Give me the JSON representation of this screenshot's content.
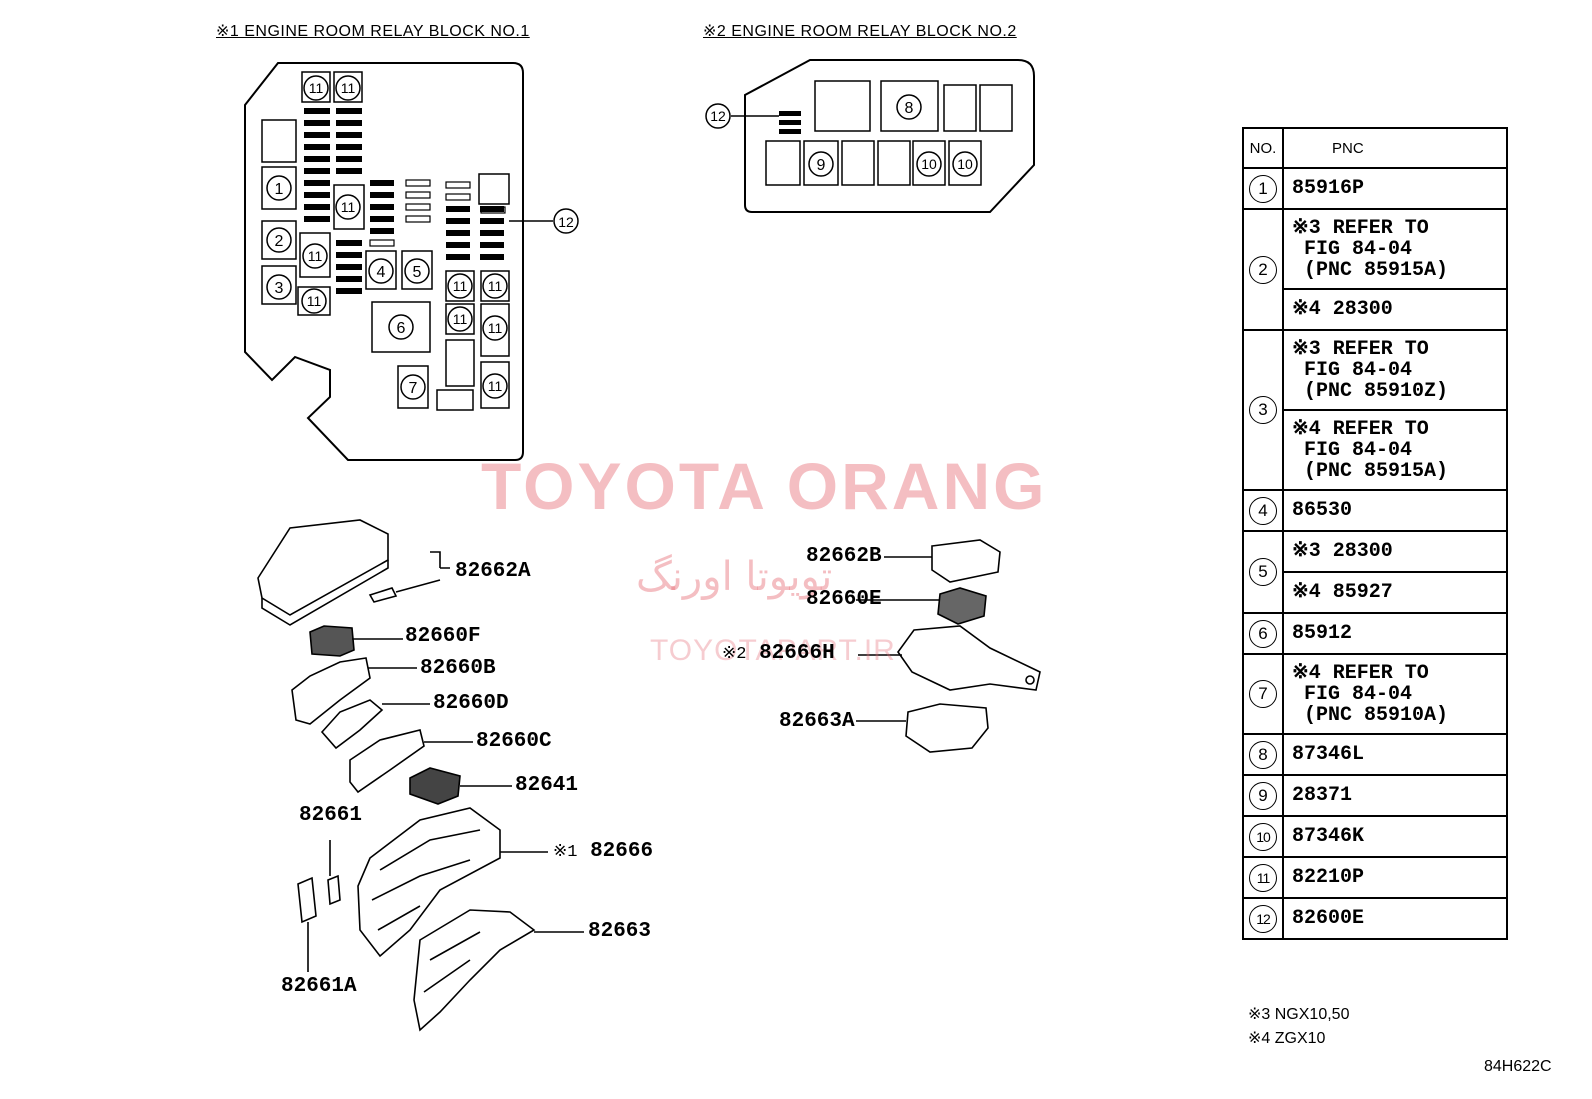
{
  "titles": {
    "block1": "※1 ENGINE ROOM RELAY BLOCK NO.1",
    "block2": "※2 ENGINE ROOM RELAY BLOCK NO.2"
  },
  "block1_labels": {
    "p1": "1",
    "p2": "2",
    "p3": "3",
    "p4": "4",
    "p5": "5",
    "p6": "6",
    "p7": "7",
    "p11": "11",
    "p12": "12"
  },
  "block2_labels": {
    "p8": "8",
    "p9": "9",
    "p10": "10",
    "p12": "12"
  },
  "callouts": {
    "c82662A": "82662A",
    "c82660F": "82660F",
    "c82660B": "82660B",
    "c82660D": "82660D",
    "c82660C": "82660C",
    "c82641": "82641",
    "c82661": "82661",
    "c82666": "82666",
    "c82666_mark": "※1",
    "c82663": "82663",
    "c82661A": "82661A",
    "c82662B": "82662B",
    "c82660E": "82660E",
    "c82666H": "82666H",
    "c82666H_mark": "※2",
    "c82663A": "82663A"
  },
  "table": {
    "header_no": "NO.",
    "header_pnc": "PNC",
    "rows": [
      {
        "no": "1",
        "cells": [
          "85916P"
        ]
      },
      {
        "no": "2",
        "cells": [
          "※3 REFER TO\n FIG 84-04\n (PNC 85915A)",
          "※4 28300"
        ]
      },
      {
        "no": "3",
        "cells": [
          "※3 REFER TO\n FIG 84-04\n (PNC 85910Z)",
          "※4 REFER TO\n FIG 84-04\n (PNC 85915A)"
        ]
      },
      {
        "no": "4",
        "cells": [
          "86530"
        ]
      },
      {
        "no": "5",
        "cells": [
          "※3 28300",
          "※4 85927"
        ]
      },
      {
        "no": "6",
        "cells": [
          "85912"
        ]
      },
      {
        "no": "7",
        "cells": [
          "※4 REFER TO\n FIG 84-04\n (PNC 85910A)"
        ]
      },
      {
        "no": "8",
        "cells": [
          "87346L"
        ]
      },
      {
        "no": "9",
        "cells": [
          "28371"
        ]
      },
      {
        "no": "10",
        "cells": [
          "87346K"
        ]
      },
      {
        "no": "11",
        "cells": [
          "82210P"
        ]
      },
      {
        "no": "12",
        "cells": [
          "82600E"
        ]
      }
    ]
  },
  "notes": {
    "n3": "※3 NGX10,50",
    "n4": "※4 ZGX10"
  },
  "figure_code": "84H622C",
  "watermark": {
    "line1": "TOYOTA ORANG",
    "line2": "تویوتا اورنگ",
    "line3": "TOYOTAPART.IR"
  }
}
